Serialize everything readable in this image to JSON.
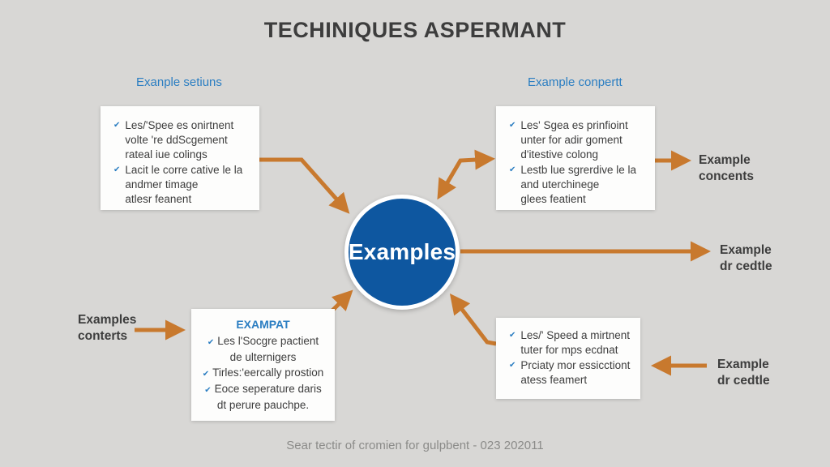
{
  "title": "TECHINIQUES ASPERMANT",
  "footer": "Sear tectir of cromien for gulpbent - 023 202011",
  "colors": {
    "background": "#d8d7d5",
    "accent_orange": "#c8792e",
    "circle_blue": "#0e57a0",
    "label_blue": "#2b7ec2",
    "text_dark": "#3d3d3d",
    "box_bg": "#fdfdfc",
    "footer_gray": "#8b8b89"
  },
  "icons": {
    "check": "✔"
  },
  "center_node": {
    "label": "Examples"
  },
  "section_labels": {
    "top_left": "Exanple setiuns",
    "top_right": "Example conpertt"
  },
  "side_labels": {
    "left": {
      "lines": [
        "Examples",
        "conterts"
      ]
    },
    "right_top": {
      "lines": [
        "Example",
        "concents"
      ]
    },
    "right_middle": {
      "lines": [
        "Example",
        "dr cedtle"
      ]
    },
    "right_bottom": {
      "lines": [
        "Example",
        "dr cedtle"
      ]
    }
  },
  "boxes": {
    "top_left": {
      "bullets": [
        {
          "lines": [
            "Les/'Spee es onirtnent",
            "volte 're ddScgement",
            "rateal iue colings"
          ]
        },
        {
          "lines": [
            "Lacit le corre cative le la",
            "andmer timage",
            "atlesr feanent"
          ]
        }
      ]
    },
    "top_right": {
      "bullets": [
        {
          "lines": [
            "Les' Sgea es prinfioint",
            "unter for adir goment",
            "d'itestive colong"
          ]
        },
        {
          "lines": [
            "Lestb lue sgrerdive le la",
            "and uterchinege",
            "glees featient"
          ]
        }
      ]
    },
    "bottom_left": {
      "title": "EXAMPAT",
      "lines": [
        {
          "check": true,
          "text": "Les l'Socgre pactient"
        },
        {
          "check": false,
          "text": "de ulternigers"
        },
        {
          "check": true,
          "text": "Tirles:'eercally prostion"
        },
        {
          "check": true,
          "text": "Eoce seperature daris"
        },
        {
          "check": false,
          "text": "dt perure pauchpe."
        }
      ]
    },
    "bottom_right": {
      "bullets": [
        {
          "lines": [
            "Les/' Speed a mirtnent",
            "tuter for mps ecdnat"
          ]
        },
        {
          "lines": [
            "Prciaty mor essicctiont",
            "atess feamert"
          ]
        }
      ]
    }
  }
}
